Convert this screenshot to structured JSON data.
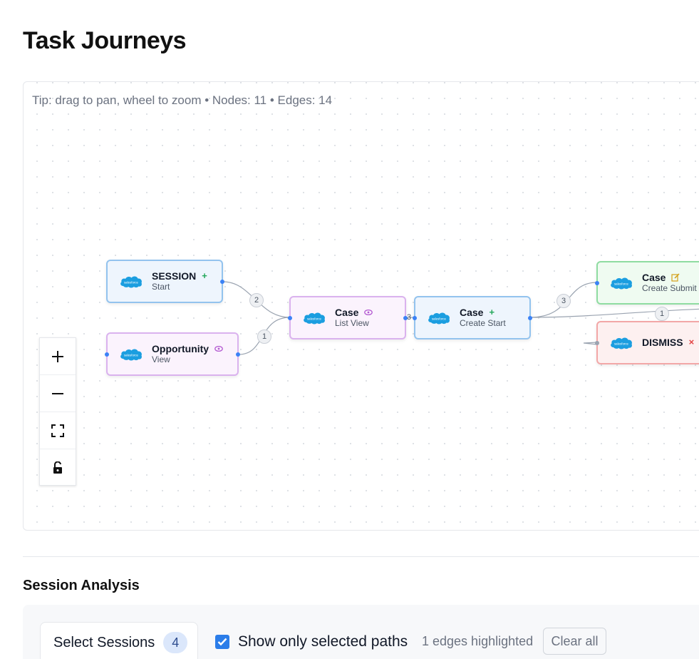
{
  "page": {
    "title": "Task Journeys"
  },
  "flow": {
    "tip": "Tip: drag to pan, wheel to zoom • Nodes: 11 • Edges: 14",
    "nodes": [
      {
        "title": "SESSION",
        "subtitle": "Start",
        "icon": "plus-icon",
        "logo": "salesforce"
      },
      {
        "title": "Opportunity",
        "subtitle": "View",
        "icon": "eye-icon",
        "logo": "salesforce"
      },
      {
        "title": "Case",
        "subtitle": "List View",
        "icon": "eye-icon",
        "logo": "salesforce"
      },
      {
        "title": "Case",
        "subtitle": "Create Start",
        "icon": "plus-icon",
        "logo": "salesforce"
      },
      {
        "title": "Case",
        "subtitle": "Create Submit",
        "icon": "edit-icon",
        "logo": "salesforce"
      },
      {
        "title": "DISMISS",
        "subtitle": "",
        "icon": "close-icon",
        "logo": "salesforce"
      }
    ],
    "edge_labels": [
      "2",
      "1",
      "3",
      "3",
      "1"
    ],
    "controls": [
      "zoom-in-icon",
      "zoom-out-icon",
      "fit-view-icon",
      "lock-icon"
    ]
  },
  "session_analysis": {
    "title": "Session Analysis",
    "select_label": "Select Sessions",
    "select_count": "4",
    "show_only_label": "Show only selected paths",
    "show_only_checked": true,
    "highlighted_text": "1 edges highlighted",
    "clear_label": "Clear all"
  },
  "colors": {
    "accent": "#2b7de9",
    "node_blue": "#93c3ee",
    "node_purple": "#dab2ee",
    "node_green": "#8fdca1",
    "node_red": "#f2a7a7"
  }
}
